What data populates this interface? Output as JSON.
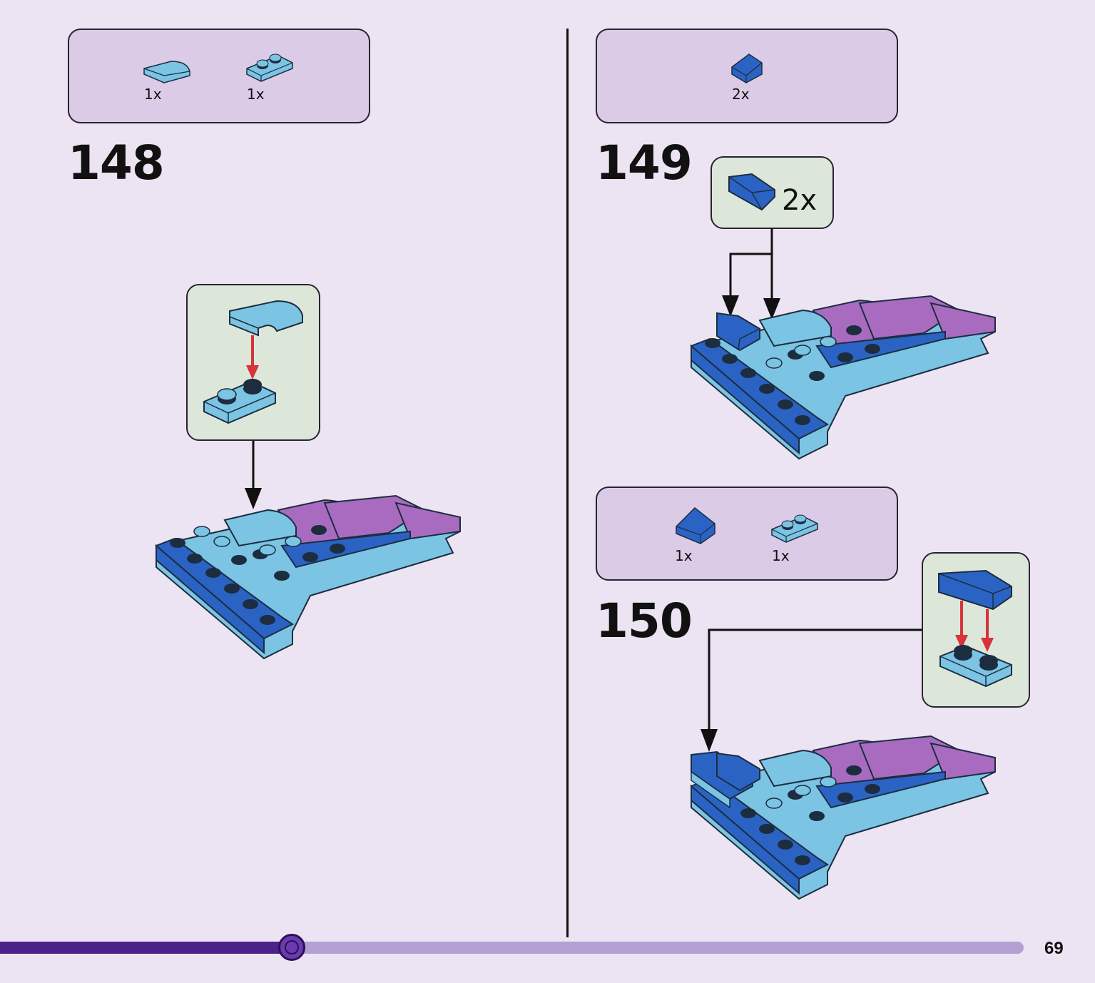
{
  "page": {
    "number": "69"
  },
  "progress": {
    "value": 0.285
  },
  "steps": [
    {
      "number": "148",
      "parts": [
        {
          "icon": "light-blue-curved-slope-icon",
          "qty": "1x"
        },
        {
          "icon": "light-blue-plate-1x2-icon",
          "qty": "1x"
        }
      ]
    },
    {
      "number": "149",
      "parts": [
        {
          "icon": "blue-slope-icon",
          "qty": "2x"
        }
      ],
      "callout": {
        "icon": "blue-slope-icon",
        "qty": "2x"
      }
    },
    {
      "number": "150",
      "parts": [
        {
          "icon": "blue-slope-icon",
          "qty": "1x"
        },
        {
          "icon": "light-blue-plate-1x2-icon",
          "qty": "1x"
        }
      ]
    }
  ],
  "colors": {
    "background": "#ece4f2",
    "parts_box": "#dccbe6",
    "callout": "#dde7d9",
    "brick_blue": "#2b63c4",
    "brick_light_blue": "#7cc4e3",
    "brick_purple": "#a86bc0",
    "arrow_red": "#d8323a",
    "progress_fill": "#4a2289",
    "progress_track": "#b3a0d2"
  }
}
